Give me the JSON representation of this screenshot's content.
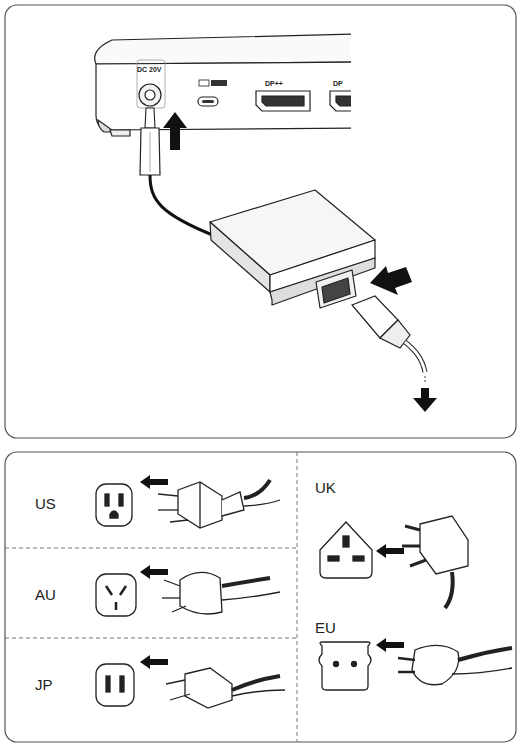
{
  "diagram": {
    "labels": [
      "DC 20V",
      "DP++",
      "DP",
      "US",
      "AU",
      "JP",
      "UK",
      "EU"
    ]
  }
}
